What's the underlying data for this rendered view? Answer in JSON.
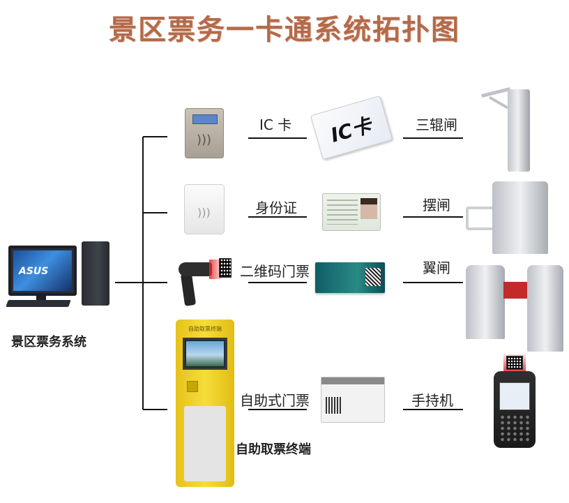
{
  "title": "景区票务一卡通系统拓扑图",
  "system": {
    "label": "景区票务系统",
    "pc_brand": "ASUS"
  },
  "kiosk": {
    "label": "自助取票终端",
    "panel_title": "自助取票终端"
  },
  "rows": [
    {
      "media": "IC 卡",
      "gate": "三辊闸",
      "ticket_text": "IC卡"
    },
    {
      "media": "身份证",
      "gate": "摆闸"
    },
    {
      "media": "二维码门票",
      "gate": "翼闸"
    },
    {
      "media": "自助式门票",
      "gate": "手持机"
    }
  ],
  "colors": {
    "title": "#b46a4a",
    "line": "#111111",
    "kiosk": "#f2d22a",
    "wing": "#c32a2a"
  }
}
